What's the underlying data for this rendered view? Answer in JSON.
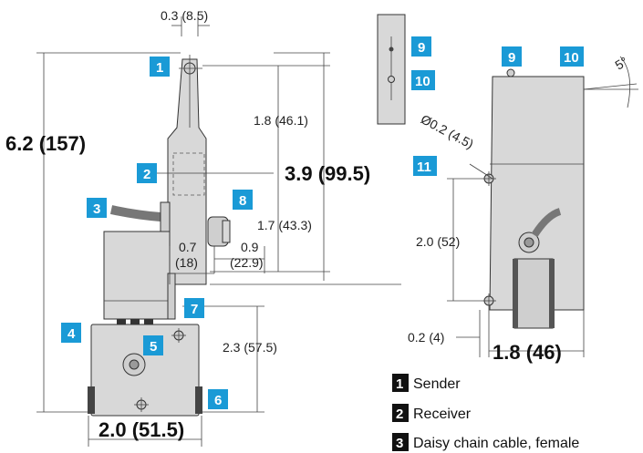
{
  "dimensions": {
    "top_width": "0.3 (8.5)",
    "total_height": "6.2 (157)",
    "sender_top": "1.8 (46.1)",
    "mid_height": "3.9 (99.5)",
    "cable_offset": "1.7 (43.3)",
    "offset_a_in": "0.7",
    "offset_a_mm": "(18)",
    "offset_b_in": "0.9",
    "offset_b_mm": "(22.9)",
    "lower_height": "2.3 (57.5)",
    "base_width": "2.0 (51.5)",
    "hole_dia": "Ø0.2 (4.5)",
    "angle": "5°",
    "side_height": "2.0 (52)",
    "side_offset": "0.2 (4)",
    "side_width": "1.8 (46)"
  },
  "callouts": {
    "c1": "1",
    "c2": "2",
    "c3": "3",
    "c4": "4",
    "c5": "5",
    "c6": "6",
    "c7": "7",
    "c8": "8",
    "c9a": "9",
    "c10a": "10",
    "c9b": "9",
    "c10b": "10",
    "c11": "11"
  },
  "legend": [
    {
      "num": "1",
      "label": "Sender"
    },
    {
      "num": "2",
      "label": "Receiver"
    },
    {
      "num": "3",
      "label": "Daisy chain cable, female"
    }
  ],
  "colors": {
    "badge_blue": "#1a9ad6",
    "legend_black": "#111111",
    "body_gray": "#d8d8d8"
  }
}
